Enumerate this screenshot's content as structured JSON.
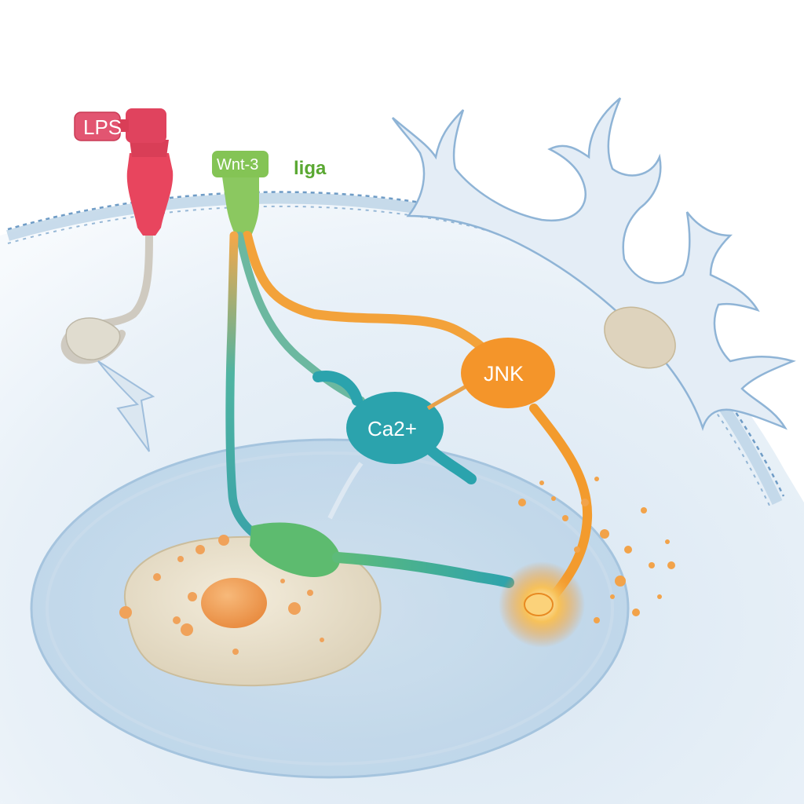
{
  "labels": {
    "lps": "LPS",
    "wnt": "Wnt-3",
    "ligand": "liga",
    "calcium": "Ca2+",
    "jnk": "JNK"
  },
  "colors": {
    "lps": "#e0435e",
    "wnt": "#7cc243",
    "calcium": "#2ba3ad",
    "jnk": "#f4952a",
    "membrane": "#a7c6df",
    "nucleus": "#ebe2cc",
    "nucleolus": "#f0a25a",
    "background": "#ffffff"
  }
}
